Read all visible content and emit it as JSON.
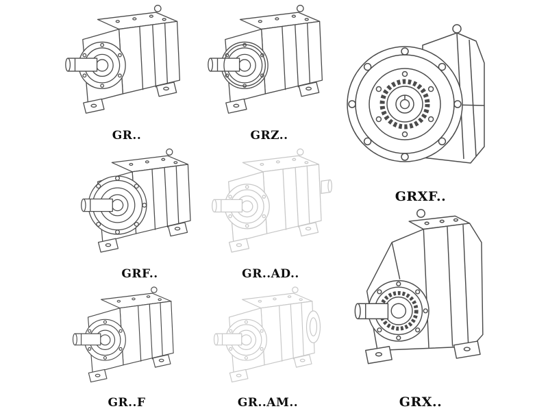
{
  "colors": {
    "line": "#4b4b4b",
    "line_light": "#c7c7c7",
    "label_text": "#0d0d0d",
    "background": "#ffffff"
  },
  "catalog": {
    "items": [
      {
        "id": "gr",
        "label": "GR.."
      },
      {
        "id": "grz",
        "label": "GRZ.."
      },
      {
        "id": "grxf",
        "label": "GRXF.."
      },
      {
        "id": "grf",
        "label": "GRF.."
      },
      {
        "id": "gr-ad",
        "label": "GR..AD.."
      },
      {
        "id": "gr-f",
        "label": "GR..F"
      },
      {
        "id": "gr-am",
        "label": "GR..AM.."
      },
      {
        "id": "grx",
        "label": "GRX.."
      }
    ]
  }
}
